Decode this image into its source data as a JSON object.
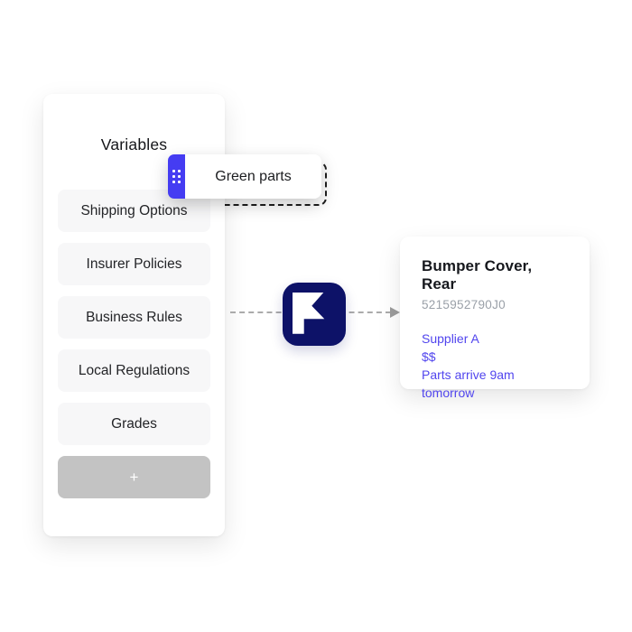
{
  "colors": {
    "accent": "#453cf2",
    "navy": "#0d1268",
    "link": "#5145ee",
    "item-bg": "#f7f7f8",
    "muted": "#9aa0a8",
    "add-bg": "#c3c3c3",
    "dash": "#ababab"
  },
  "variables_panel": {
    "title": "Variables",
    "items": [
      "Shipping Options",
      "Insurer Policies",
      "Business Rules",
      "Local Regulations",
      "Grades"
    ],
    "add_button_label": "+"
  },
  "drag_chip": {
    "label": "Green parts",
    "handle_icon": "drag-dots-icon"
  },
  "connector": {
    "style": "dashed-arrow-right"
  },
  "app_icon": {
    "name": "flag-icon"
  },
  "part_card": {
    "title": "Bumper Cover, Rear",
    "part_number": "5215952790J0",
    "supplier": "Supplier A",
    "price": "$$",
    "eta": "Parts arrive 9am tomorrow"
  }
}
